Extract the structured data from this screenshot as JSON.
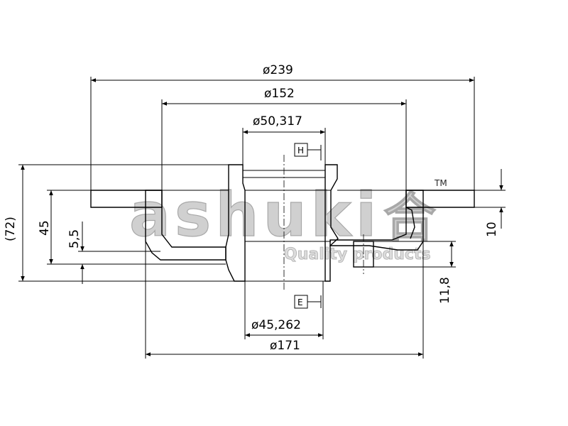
{
  "dimensions": {
    "outer_diameter": "ø239",
    "mid_diameter": "ø152",
    "bore_top": "ø50,317",
    "bore_bottom": "ø45,262",
    "hat_diameter": "ø171",
    "total_height": "(72)",
    "hat_height": "45",
    "offset": "5,5",
    "disc_thickness": "10",
    "min_thickness": "11,8"
  },
  "labels": {
    "datum_h": "H",
    "datum_e": "E"
  },
  "watermark": {
    "brand": "ashuki",
    "tm": "TM",
    "tagline": "Quality products"
  }
}
